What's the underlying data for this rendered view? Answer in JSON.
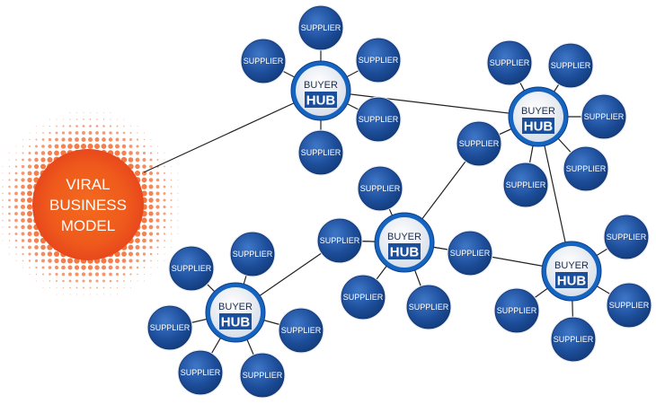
{
  "viral": {
    "lines": [
      "VIRAL",
      "BUSINESS",
      "MODEL"
    ]
  },
  "labels": {
    "supplier": "SUPPLIER",
    "buyer": "BUYER",
    "hub": "HUB"
  },
  "colors": {
    "supplier_fill": "#1e4f9c",
    "supplier_edge": "#0d2f6b",
    "supplier_ring": "#dfe5ee",
    "hub_ring": "#1565c0",
    "hub_inner": "#f2f4f7",
    "hub_box": "#1b4f9c",
    "edge_line": "#222222",
    "viral_core": "#f05a1a",
    "viral_dots": "#f2652a"
  }
}
